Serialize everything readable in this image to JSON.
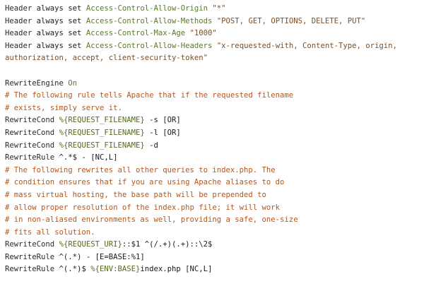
{
  "editor": {
    "lines": [
      {
        "tokens": [
          {
            "t": "Header",
            "c": "kw"
          },
          {
            "t": " always set ",
            "c": "plain"
          },
          {
            "t": "Access-Control-Allow-Origin",
            "c": "dir"
          },
          {
            "t": " \"*\"",
            "c": "str"
          }
        ]
      },
      {
        "tokens": [
          {
            "t": "Header",
            "c": "kw"
          },
          {
            "t": " always set ",
            "c": "plain"
          },
          {
            "t": "Access-Control-Allow-Methods",
            "c": "dir"
          },
          {
            "t": " \"POST, GET, OPTIONS, DELETE, PUT\"",
            "c": "str"
          }
        ]
      },
      {
        "tokens": [
          {
            "t": "Header",
            "c": "kw"
          },
          {
            "t": " always set ",
            "c": "plain"
          },
          {
            "t": "Access-Control-Max-Age",
            "c": "dir"
          },
          {
            "t": " \"1000\"",
            "c": "str"
          }
        ]
      },
      {
        "tokens": [
          {
            "t": "Header",
            "c": "kw"
          },
          {
            "t": " always set ",
            "c": "plain"
          },
          {
            "t": "Access-Control-Allow-Headers",
            "c": "dir"
          },
          {
            "t": " \"x-requested-with, Content-Type, origin,",
            "c": "str"
          }
        ]
      },
      {
        "tokens": [
          {
            "t": "authorization, accept, client-security-token\"",
            "c": "str"
          }
        ]
      },
      {
        "tokens": []
      },
      {
        "tokens": [
          {
            "t": "RewriteEngine",
            "c": "kw"
          },
          {
            "t": " On",
            "c": "dir"
          }
        ]
      },
      {
        "tokens": [
          {
            "t": "# The following rule tells Apache that if the requested filename",
            "c": "comment"
          }
        ]
      },
      {
        "tokens": [
          {
            "t": "# exists, simply serve it.",
            "c": "comment"
          }
        ]
      },
      {
        "tokens": [
          {
            "t": "RewriteCond",
            "c": "kw"
          },
          {
            "t": " ",
            "c": "plain"
          },
          {
            "t": "%{REQUEST_FILENAME}",
            "c": "var"
          },
          {
            "t": " -s [OR]",
            "c": "plain"
          }
        ]
      },
      {
        "tokens": [
          {
            "t": "RewriteCond",
            "c": "kw"
          },
          {
            "t": " ",
            "c": "plain"
          },
          {
            "t": "%{REQUEST_FILENAME}",
            "c": "var"
          },
          {
            "t": " -l [OR]",
            "c": "plain"
          }
        ]
      },
      {
        "tokens": [
          {
            "t": "RewriteCond",
            "c": "kw"
          },
          {
            "t": " ",
            "c": "plain"
          },
          {
            "t": "%{REQUEST_FILENAME}",
            "c": "var"
          },
          {
            "t": " -d",
            "c": "plain"
          }
        ]
      },
      {
        "tokens": [
          {
            "t": "RewriteRule",
            "c": "kw"
          },
          {
            "t": " ^.*$ - [NC,L]",
            "c": "plain"
          }
        ]
      },
      {
        "tokens": [
          {
            "t": "# The following rewrites all other queries to index.php. The",
            "c": "comment"
          }
        ]
      },
      {
        "tokens": [
          {
            "t": "# condition ensures that if you are using Apache aliases to do",
            "c": "comment"
          }
        ]
      },
      {
        "tokens": [
          {
            "t": "# mass virtual hosting, the base path will be prepended to",
            "c": "comment"
          }
        ]
      },
      {
        "tokens": [
          {
            "t": "# allow proper resolution of the index.php file; it will work",
            "c": "comment"
          }
        ]
      },
      {
        "tokens": [
          {
            "t": "# in non-aliased environments as well, providing a safe, one-size",
            "c": "comment"
          }
        ]
      },
      {
        "tokens": [
          {
            "t": "# fits all solution.",
            "c": "comment"
          }
        ]
      },
      {
        "tokens": [
          {
            "t": "RewriteCond",
            "c": "kw"
          },
          {
            "t": " ",
            "c": "plain"
          },
          {
            "t": "%{REQUEST_URI}",
            "c": "var"
          },
          {
            "t": "::$1 ^(/.+)(.+)::\\2$",
            "c": "plain"
          }
        ]
      },
      {
        "tokens": [
          {
            "t": "RewriteRule",
            "c": "kw"
          },
          {
            "t": " ^(.*) - [E=BASE:%1]",
            "c": "plain"
          }
        ]
      },
      {
        "tokens": [
          {
            "t": "RewriteRule",
            "c": "kw"
          },
          {
            "t": " ^(.*)$ ",
            "c": "plain"
          },
          {
            "t": "%{ENV:BASE}",
            "c": "var"
          },
          {
            "t": "index.php [NC,L]",
            "c": "plain"
          }
        ]
      }
    ]
  },
  "colors": {
    "background": "#ffffff",
    "keyword": "#2a2a2a",
    "directive": "#5a7a2a",
    "string": "#7a4f2a",
    "comment": "#b5561d",
    "variable": "#556b1f"
  }
}
